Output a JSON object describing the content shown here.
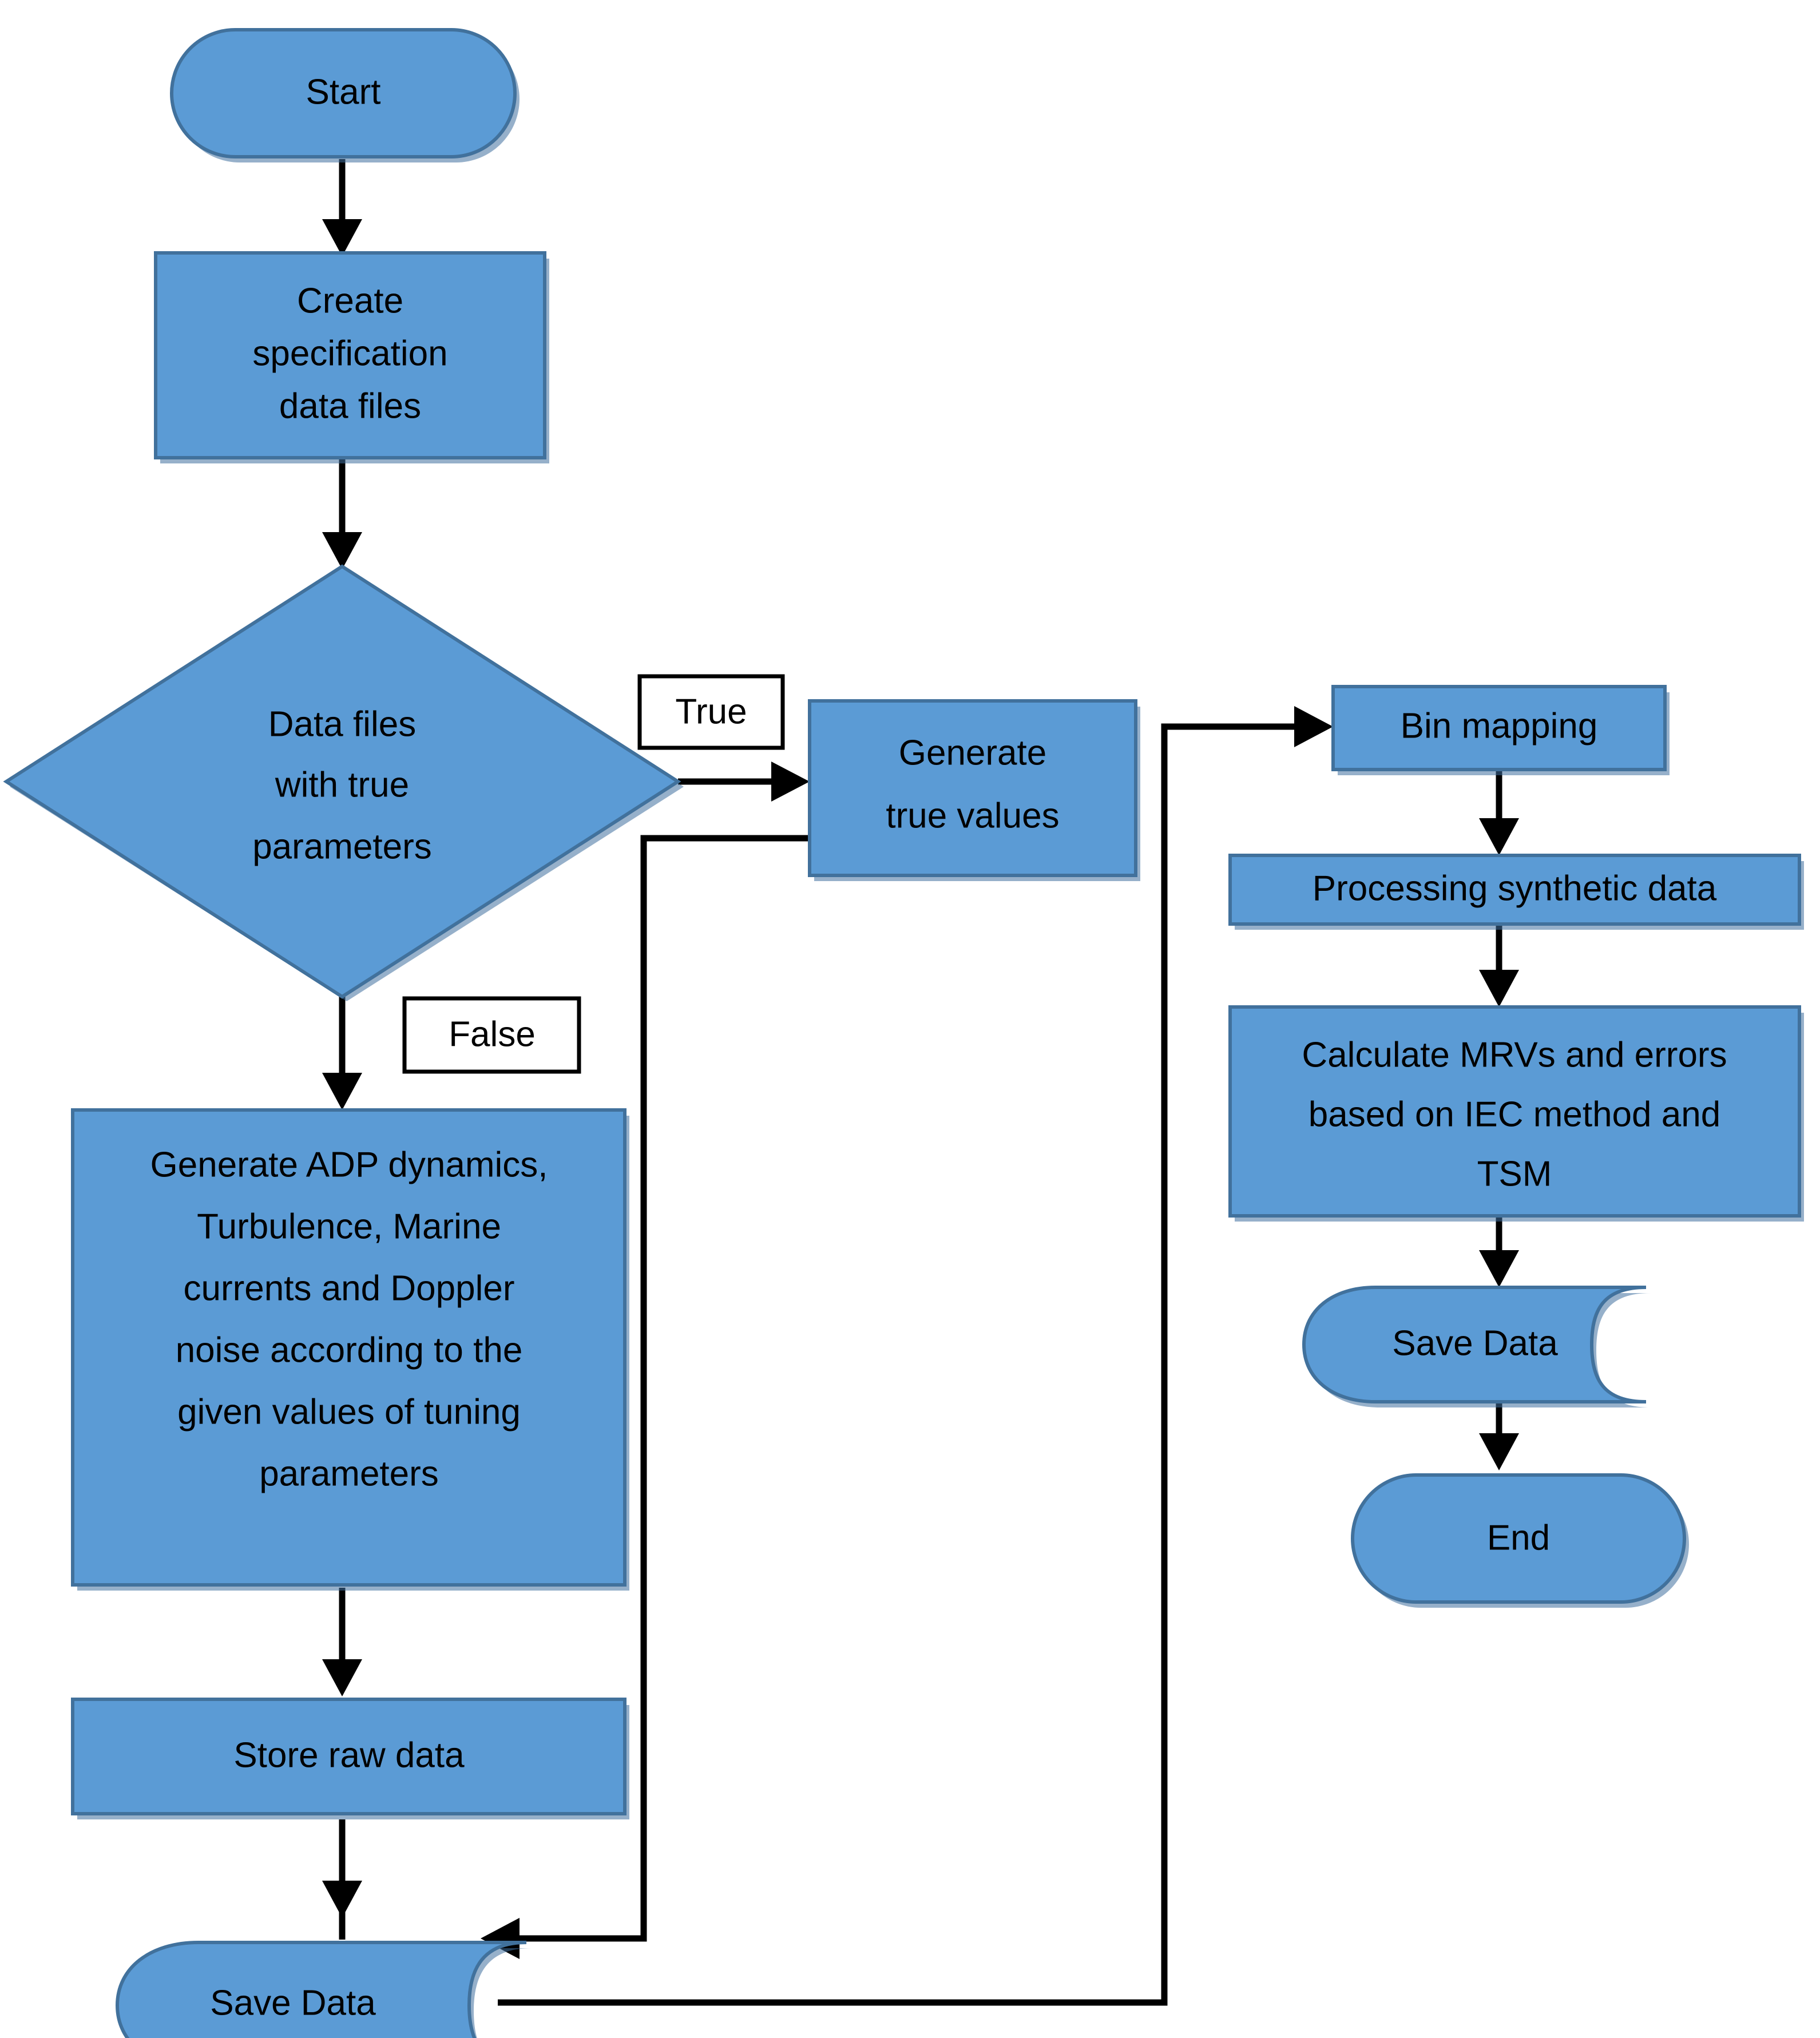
{
  "diagram": {
    "title": "Synthetic ADP data generation and processing flowchart",
    "colors": {
      "node_fill": "#5B9BD5",
      "node_border": "#41719C",
      "connector": "#000000",
      "label_box_fill": "#FFFFFF",
      "background": "#FFFFFF"
    },
    "nodes": [
      {
        "id": "start",
        "shape": "terminator",
        "text": "Start"
      },
      {
        "id": "create_spec",
        "shape": "process",
        "text": "Create specification data files",
        "lines": [
          "Create",
          "specification",
          "data files"
        ]
      },
      {
        "id": "decision",
        "shape": "decision",
        "text": "Data files with true parameters",
        "lines": [
          "Data files",
          "with true",
          "parameters"
        ]
      },
      {
        "id": "gen_true",
        "shape": "process",
        "text": "Generate true values",
        "lines": [
          "Generate",
          "true values"
        ]
      },
      {
        "id": "bin_mapping",
        "shape": "process",
        "text": "Bin mapping",
        "lines": [
          "Bin mapping"
        ]
      },
      {
        "id": "processing",
        "shape": "process",
        "text": "Processing synthetic data",
        "lines": [
          "Processing synthetic data"
        ]
      },
      {
        "id": "calc_mrv",
        "shape": "process",
        "text": "Calculate MRVs and errors based on IEC method and TSM",
        "lines": [
          "Calculate MRVs and errors",
          "based on IEC method and",
          "TSM"
        ]
      },
      {
        "id": "save_right",
        "shape": "document",
        "text": "Save Data"
      },
      {
        "id": "end",
        "shape": "terminator",
        "text": "End"
      },
      {
        "id": "gen_adp",
        "shape": "process",
        "text": "Generate ADP dynamics, Turbulence, Marine currents and Doppler noise according to the given values of tuning parameters",
        "lines": [
          "Generate ADP dynamics,",
          "Turbulence, Marine",
          "currents and Doppler",
          "noise according to the",
          "given values of tuning",
          "parameters"
        ]
      },
      {
        "id": "store_raw",
        "shape": "process",
        "text": "Store raw data",
        "lines": [
          "Store raw data"
        ]
      },
      {
        "id": "save_left",
        "shape": "document",
        "text": "Save Data"
      }
    ],
    "branch_labels": [
      {
        "id": "label_true",
        "text": "True"
      },
      {
        "id": "label_false",
        "text": "False"
      }
    ],
    "edges": [
      {
        "from": "start",
        "to": "create_spec",
        "label": ""
      },
      {
        "from": "create_spec",
        "to": "decision",
        "label": ""
      },
      {
        "from": "decision",
        "to": "gen_true",
        "label": "True"
      },
      {
        "from": "decision",
        "to": "gen_adp",
        "label": "False"
      },
      {
        "from": "gen_true",
        "to": "save_left",
        "label": ""
      },
      {
        "from": "gen_adp",
        "to": "store_raw",
        "label": ""
      },
      {
        "from": "store_raw",
        "to": "save_left",
        "label": ""
      },
      {
        "from": "save_left",
        "to": "bin_mapping",
        "label": ""
      },
      {
        "from": "bin_mapping",
        "to": "processing",
        "label": ""
      },
      {
        "from": "processing",
        "to": "calc_mrv",
        "label": ""
      },
      {
        "from": "calc_mrv",
        "to": "save_right",
        "label": ""
      },
      {
        "from": "save_right",
        "to": "end",
        "label": ""
      }
    ]
  }
}
